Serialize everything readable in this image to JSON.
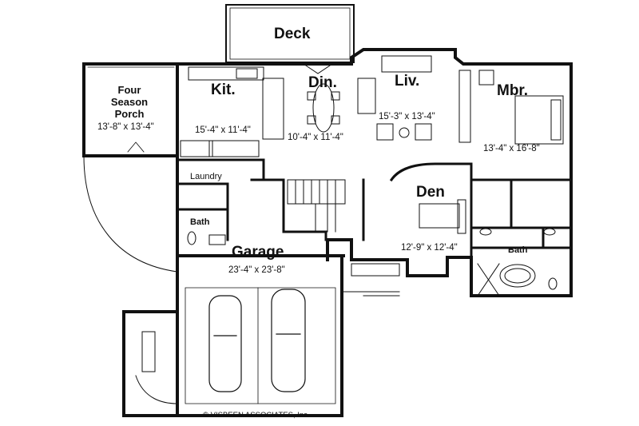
{
  "rooms": {
    "deck": {
      "name": "Deck"
    },
    "kitchen": {
      "name": "Kit.",
      "size": "15'-4\" x 11'-4\""
    },
    "dining": {
      "name": "Din.",
      "size": "10'-4\" x 11'-4\""
    },
    "living": {
      "name": "Liv.",
      "size": "15'-3\" x 13'-4\""
    },
    "master": {
      "name": "Mbr.",
      "size": "13'-4\" x 16'-8\""
    },
    "porch": {
      "name": "Four Season Porch",
      "line1": "Four",
      "line2": "Season",
      "line3": "Porch",
      "size": "13'-8\" x 13'-4\""
    },
    "laundry": {
      "name": "Laundry"
    },
    "bath1": {
      "name": "Bath"
    },
    "den": {
      "name": "Den",
      "size": "12'-9\" x 12'-4\""
    },
    "bath2": {
      "name": "Bath"
    },
    "garage": {
      "name": "Garage",
      "size": "23'-4\" x 23'-8\""
    }
  },
  "copyright": "© VISBEEN ASSOCIATES, Inc."
}
